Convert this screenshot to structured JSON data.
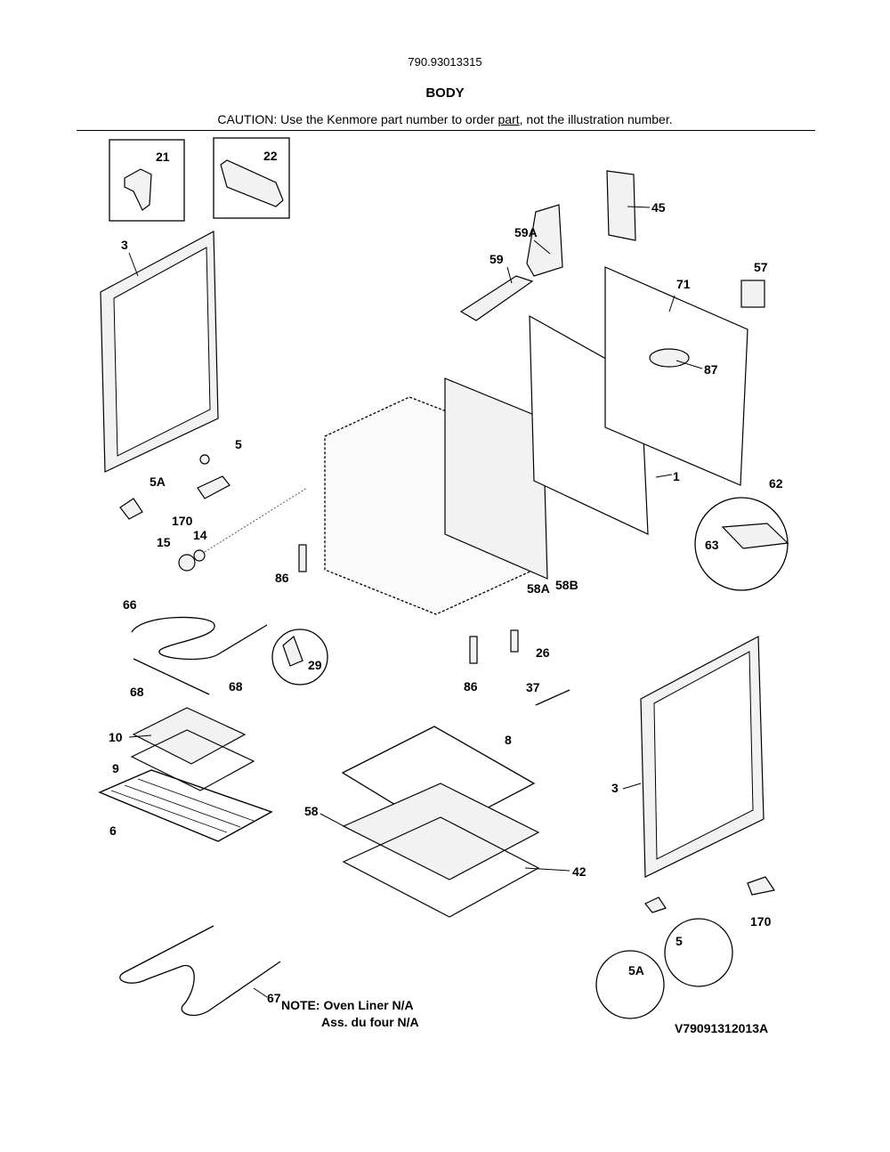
{
  "header": {
    "model": "790.93013315",
    "title": "BODY",
    "caution_prefix": "CAUTION: Use the Kenmore part number to order ",
    "caution_link": "part",
    "caution_suffix": ", not the illustration number."
  },
  "labels": [
    "21",
    "22",
    "3",
    "5",
    "5A",
    "170",
    "15",
    "14",
    "66",
    "68",
    "68",
    "86",
    "29",
    "86",
    "37",
    "26",
    "10",
    "9",
    "6",
    "58",
    "8",
    "42",
    "67",
    "45",
    "59A",
    "59",
    "57",
    "71",
    "87",
    "1",
    "62",
    "63",
    "58A",
    "58B",
    "3",
    "170",
    "5A",
    "5"
  ],
  "note": {
    "line1": "NOTE: Oven Liner N/A",
    "line2": "Ass. du four N/A"
  },
  "diagram_code": "V79091312013A"
}
